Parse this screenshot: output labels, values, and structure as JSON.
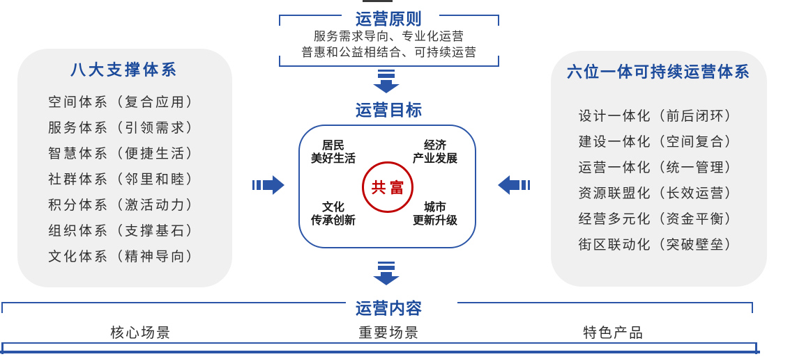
{
  "colors": {
    "accent_blue": "#2B55A6",
    "title_blue": "#1B4A9B",
    "highlight_red": "#C00000",
    "panel_gray": "#F0F0F0"
  },
  "principles": {
    "title": "运营原则",
    "lines": [
      "服务需求导向、专业化运营",
      "普惠和公益相结合、可持续运营"
    ]
  },
  "goal": {
    "title": "运营目标",
    "center_label": "共富",
    "quadrants": [
      {
        "line1": "居民",
        "line2": "美好生活"
      },
      {
        "line1": "经济",
        "line2": "产业发展"
      },
      {
        "line1": "文化",
        "line2": "传承创新"
      },
      {
        "line1": "城市",
        "line2": "更新升级"
      }
    ]
  },
  "left_panel": {
    "title": "八大支撑体系",
    "items": [
      "空间体系（复合应用）",
      "服务体系（引领需求）",
      "智慧体系（便捷生活）",
      "社群体系（邻里和睦）",
      "积分体系（激活动力）",
      "组织体系（支撑基石）",
      "文化体系（精神导向）"
    ]
  },
  "right_panel": {
    "title": "六位一体可持续运营体系",
    "items": [
      "设计一体化（前后闭环）",
      "建设一体化（空间复合）",
      "运营一体化（统一管理）",
      "资源联盟化（长效运营）",
      "经营多元化（资金平衡）",
      "街区联动化（突破壁垒）"
    ]
  },
  "content": {
    "title": "运营内容",
    "items": [
      "核心场景",
      "重要场景",
      "特色产品"
    ]
  }
}
